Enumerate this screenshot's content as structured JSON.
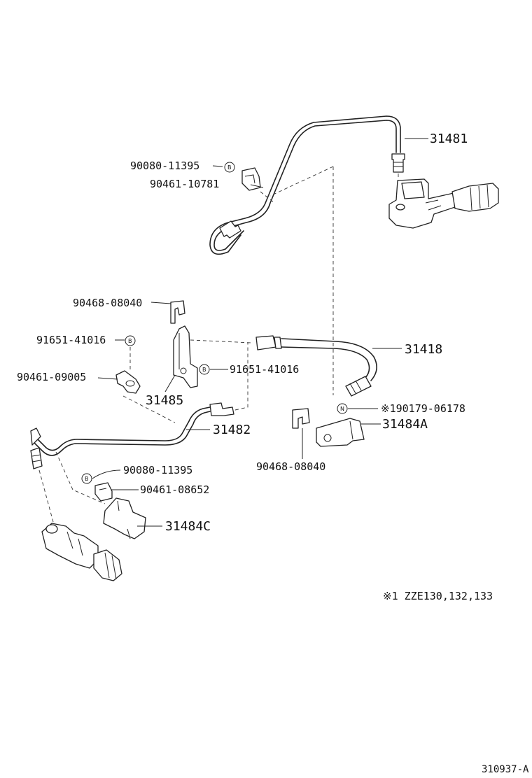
{
  "parts": {
    "p31481": "31481",
    "p90080_top": "90080-11395",
    "p90461_10781": "90461-10781",
    "p90468_top": "90468-08040",
    "p91651_left": "91651-41016",
    "p31418": "31418",
    "p90461_09005": "90461-09005",
    "p91651_mid": "91651-41016",
    "p31485": "31485",
    "p190179": "※190179-06178",
    "p31482": "31482",
    "p31484a": "31484A",
    "p90468_bottom": "90468-08040",
    "p90080_bottom": "90080-11395",
    "p90461_08652": "90461-08652",
    "p31484c": "31484C"
  },
  "badges": {
    "b": "B",
    "n": "N"
  },
  "note": "※1 ZZE130,132,133",
  "diagram_id": "310937-A"
}
